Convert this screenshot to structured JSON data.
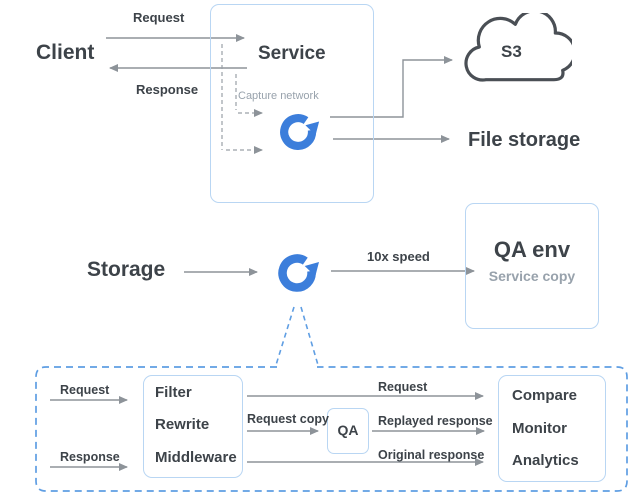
{
  "palette": {
    "text_dark": "#3d4349",
    "text_gray": "#98a2ac",
    "line_gray": "#8d9399",
    "box_border_blue": "#b9d6f3",
    "dashed_blue": "#5f9ee3",
    "logo_blue": "#3c7edb"
  },
  "top_flow": {
    "client_label": "Client",
    "request_label": "Request",
    "response_label": "Response",
    "service_label": "Service",
    "capture_network_label": "Capture network",
    "s3_label": "S3",
    "file_storage_label": "File storage"
  },
  "replay_flow": {
    "storage_label": "Storage",
    "speed_label": "10x speed",
    "qa_env_label": "QA env",
    "service_copy_label": "Service copy"
  },
  "detail_flow": {
    "request_in_label": "Request",
    "response_in_label": "Response",
    "processor_items": [
      "Filter",
      "Rewrite",
      "Middleware"
    ],
    "request_out_label": "Request",
    "request_copy_label": "Request copy",
    "qa_label": "QA",
    "replayed_response_label": "Replayed response",
    "original_response_label": "Original response",
    "output_items": [
      "Compare",
      "Monitor",
      "Analytics"
    ]
  }
}
